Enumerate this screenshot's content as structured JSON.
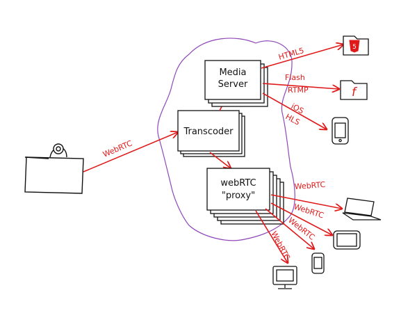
{
  "nodes": {
    "media_server": {
      "line1": "Media",
      "line2": "Server"
    },
    "transcoder": {
      "label": "Transcoder"
    },
    "webrtc_proxy": {
      "line1": "webRTC",
      "line2": "\"proxy\""
    },
    "html5_icon": {
      "glyph": "5"
    },
    "flash_icon": {
      "glyph": "f"
    }
  },
  "edges": {
    "source_to_transcoder": "WebRTC",
    "to_html5": "HTML5",
    "to_flash_line1": "Flash",
    "to_flash_line2": "RTMP",
    "to_ios_line1": "iOS",
    "to_ios_line2": "HLS",
    "to_laptop": "WebRTC",
    "to_tablet": "WebRTC",
    "to_phone": "WebRTC",
    "to_monitor": "WebRTC"
  },
  "icons": {
    "source": "presenter-desk-webcam-icon",
    "html5": "html5-folder-icon",
    "flash": "flash-folder-icon",
    "ios": "iphone-icon",
    "laptop": "laptop-icon",
    "tablet": "tablet-icon",
    "phone": "phone-icon",
    "monitor": "monitor-icon"
  },
  "colors": {
    "ink": "#111111",
    "arrow": "#e01a1a",
    "cloud": "#8f46b8"
  }
}
